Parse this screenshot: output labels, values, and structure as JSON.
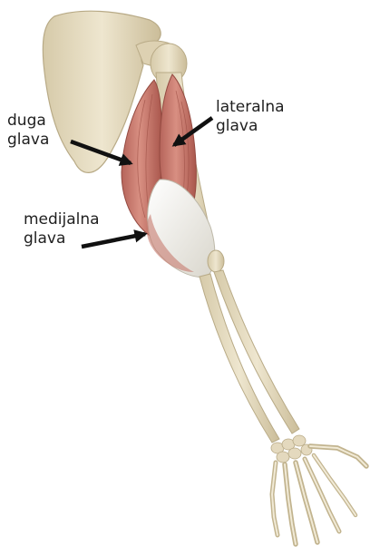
{
  "labels": {
    "long_head": "duga\nglava",
    "lateral_head": "lateralna\nglava",
    "medial_head": "medijalna\nglava"
  },
  "colors": {
    "bone": "#e6dcc4",
    "bone_shadow": "#c9bc9c",
    "muscle": "#c97a6e",
    "muscle_dark": "#a8584d",
    "tendon": "#efeee8",
    "arrow": "#111111"
  }
}
